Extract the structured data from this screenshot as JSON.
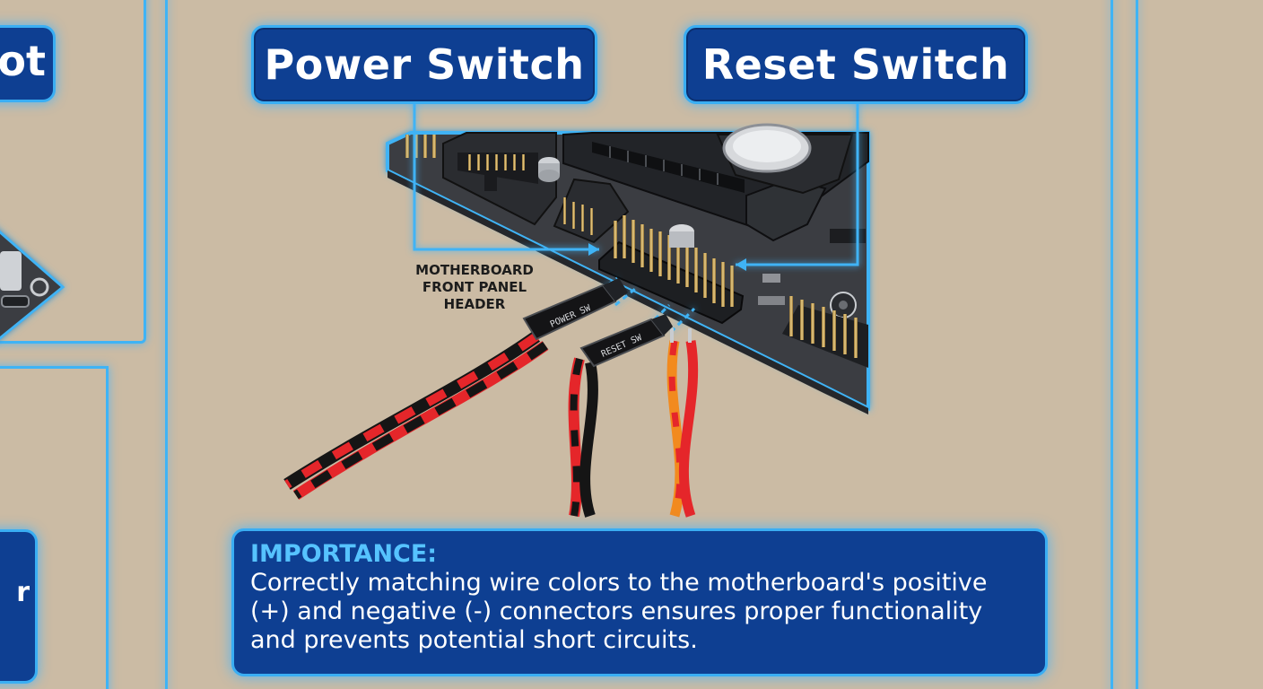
{
  "labels": {
    "power_switch": "Power Switch",
    "reset_switch": "Reset Switch",
    "header_label_line1": "MOTHERBOARD",
    "header_label_line2": "FRONT PANEL",
    "header_label_line3": "HEADER",
    "left_partial_top": "ot",
    "left_partial_bottom": "r"
  },
  "connectors": {
    "power_sw": "POWER SW",
    "reset_sw": "RESET SW"
  },
  "importance": {
    "title": "IMPORTANCE:",
    "text": "Correctly matching wire colors to the motherboard's positive (+) and negative (-) connectors ensures proper functionality and prevents potential short circuits."
  },
  "colors": {
    "background": "#cbbba4",
    "box_fill": "#0e3f92",
    "glow_line": "#3fb3f5",
    "title_accent": "#56c3ff",
    "board": "#3a3d42",
    "wire_red": "#e5262a",
    "wire_black": "#151515",
    "wire_orange": "#f28a1e"
  }
}
